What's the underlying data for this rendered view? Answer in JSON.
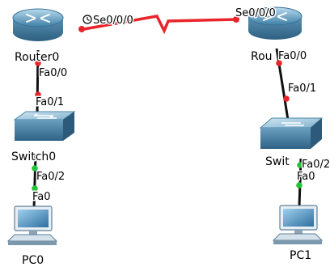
{
  "colors": {
    "serial_link": "#e8252b",
    "ethernet_link": "#111111",
    "port_down": "#e8252b",
    "port_up": "#22c43a",
    "router_body": "#6fa8c6",
    "switch_body": "#7fb0cc",
    "pc_screen": "#4f8fbf"
  },
  "devices": {
    "router0": {
      "name": "Router0",
      "icon": "router-icon"
    },
    "router1": {
      "name": "Rou",
      "icon": "router-icon"
    },
    "switch0": {
      "name": "Switch0",
      "icon": "switch-icon"
    },
    "switch1": {
      "name": "Swit",
      "icon": "switch-icon"
    },
    "pc0": {
      "name": "PC0",
      "icon": "pc-icon"
    },
    "pc1": {
      "name": "PC1",
      "icon": "pc-icon"
    }
  },
  "links": {
    "serial": {
      "type": "serial",
      "end_a": {
        "port": "Se0/0/0",
        "status": "down",
        "clock": true,
        "clock_icon": "clock-icon"
      },
      "end_b": {
        "port": "Se0/0/0",
        "status": "down"
      }
    },
    "r0_sw0": {
      "type": "ethernet",
      "end_a": {
        "port": "Fa0/0",
        "status": "down"
      },
      "end_b": {
        "port": "Fa0/1",
        "status": "down"
      }
    },
    "sw0_pc0": {
      "type": "ethernet",
      "end_a": {
        "port": "Fa0/2",
        "status": "up"
      },
      "end_b": {
        "port": "Fa0",
        "status": "up"
      }
    },
    "r1_sw1": {
      "type": "ethernet",
      "end_a": {
        "port": "Fa0/0",
        "status": "down"
      },
      "end_b": {
        "port": "Fa0/1",
        "status": "down"
      }
    },
    "sw1_pc1": {
      "type": "ethernet",
      "end_a": {
        "port": "Fa0/2",
        "status": "up"
      },
      "end_b": {
        "port": "Fa0",
        "status": "up"
      }
    }
  }
}
